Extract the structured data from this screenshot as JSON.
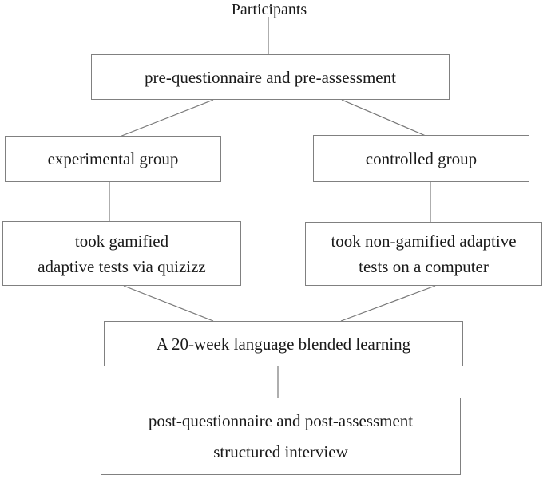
{
  "diagram": {
    "nodes": {
      "participants": {
        "label": "Participants"
      },
      "pre_assessment": {
        "label": "pre-questionnaire and pre-assessment"
      },
      "experimental_group": {
        "label": "experimental group"
      },
      "controlled_group": {
        "label": "controlled group"
      },
      "gamified_tests": {
        "lines": [
          "took gamified",
          "adaptive tests via quizizz"
        ]
      },
      "non_gamified_tests": {
        "lines": [
          "took non-gamified adaptive",
          "tests on a computer"
        ]
      },
      "blended_learning": {
        "label": "A 20-week language blended learning"
      },
      "post_assessment": {
        "lines": [
          "post-questionnaire and post-assessment",
          "structured interview"
        ]
      }
    },
    "edges": [
      {
        "from": "participants",
        "to": "pre_assessment"
      },
      {
        "from": "pre_assessment",
        "to": "experimental_group"
      },
      {
        "from": "pre_assessment",
        "to": "controlled_group"
      },
      {
        "from": "experimental_group",
        "to": "gamified_tests"
      },
      {
        "from": "controlled_group",
        "to": "non_gamified_tests"
      },
      {
        "from": "gamified_tests",
        "to": "blended_learning"
      },
      {
        "from": "non_gamified_tests",
        "to": "blended_learning"
      },
      {
        "from": "blended_learning",
        "to": "post_assessment"
      }
    ],
    "colors": {
      "box_border": "#808080",
      "connector": "#777777",
      "text": "#1a1a1a",
      "background": "#ffffff"
    }
  }
}
